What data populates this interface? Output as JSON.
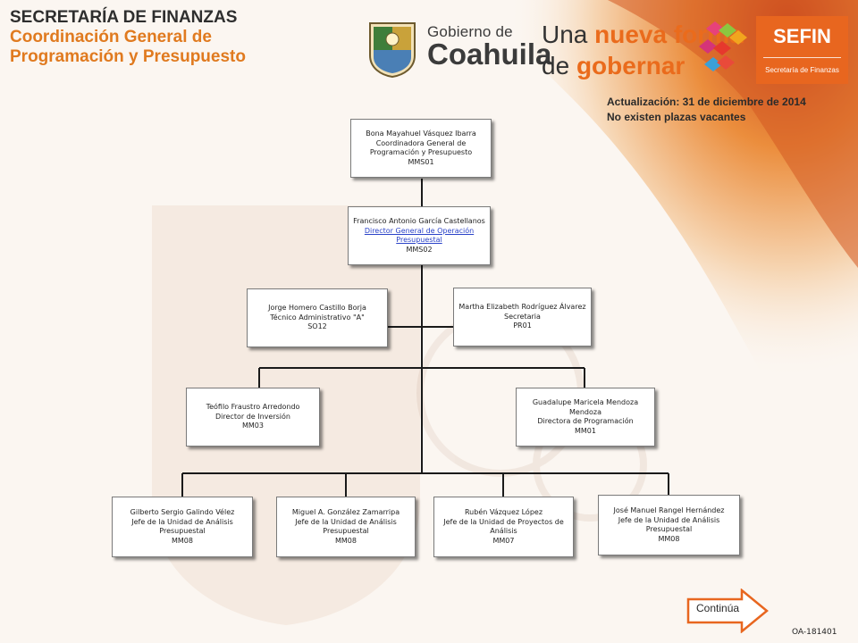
{
  "header": {
    "line1": "SECRETARÍA DE FINANZAS",
    "line2": "Coordinación General de",
    "line3": "Programación y Presupuesto"
  },
  "logos": {
    "gobierno_small": "Gobierno de",
    "gobierno_big": "Coahuila",
    "slogan_a": "Una ",
    "slogan_b": "nueva forma",
    "slogan_c": "de ",
    "slogan_d": "gobernar",
    "sefin_title": "SEFIN",
    "sefin_sub": "Secretaría de Finanzas"
  },
  "update": {
    "line1": "Actualización: 31  de diciembre de 2014",
    "line2": "No existen plazas vacantes"
  },
  "nodes": {
    "coord": {
      "name": "Bona Mayahuel Vásquez Ibarra",
      "title": "Coordinadora  General de Programación  y Presupuesto",
      "code": "MMS01"
    },
    "director": {
      "name": "Francisco Antonio García Castellanos",
      "title": "Director General de Operación Presupuestal",
      "code": "MMS02"
    },
    "tecnico": {
      "name": "Jorge Homero Castillo Borja",
      "title": "Técnico Administrativo  \"A\"",
      "code": "SO12"
    },
    "secretaria": {
      "name": "Martha Elizabeth Rodríguez Álvarez",
      "title": "Secretaria",
      "code": "PR01"
    },
    "inversion": {
      "name": "Teófilo Fraustro Arredondo",
      "title": "Director de Inversión",
      "code": "MM03"
    },
    "programacion": {
      "name": "Guadalupe Maricela Mendoza Mendoza",
      "title": "Directora  de Programación",
      "code": "MM01"
    },
    "jefe1": {
      "name": "Gilberto Sergio Galindo Vélez",
      "title": "Jefe de la Unidad de Análisis Presupuestal",
      "code": "MM08"
    },
    "jefe2": {
      "name": "Miguel A. González Zamarripa",
      "title": "Jefe de la Unidad de Análisis Presupuestal",
      "code": "MM08"
    },
    "jefe3": {
      "name": "Rubén Vázquez López",
      "title": "Jefe de la Unidad de Proyectos de Análisis",
      "code": "MM07"
    },
    "jefe4": {
      "name": "José Manuel Rangel Hernández",
      "title": "Jefe de la Unidad de Análisis Presupuestal",
      "code": "MM08"
    }
  },
  "footer": {
    "continue_label": "Continúa",
    "code": "OA-181401"
  },
  "colors": {
    "accent_orange": "#e07a1f",
    "sefin_orange": "#e8661f",
    "link_blue": "#2b43c8"
  }
}
